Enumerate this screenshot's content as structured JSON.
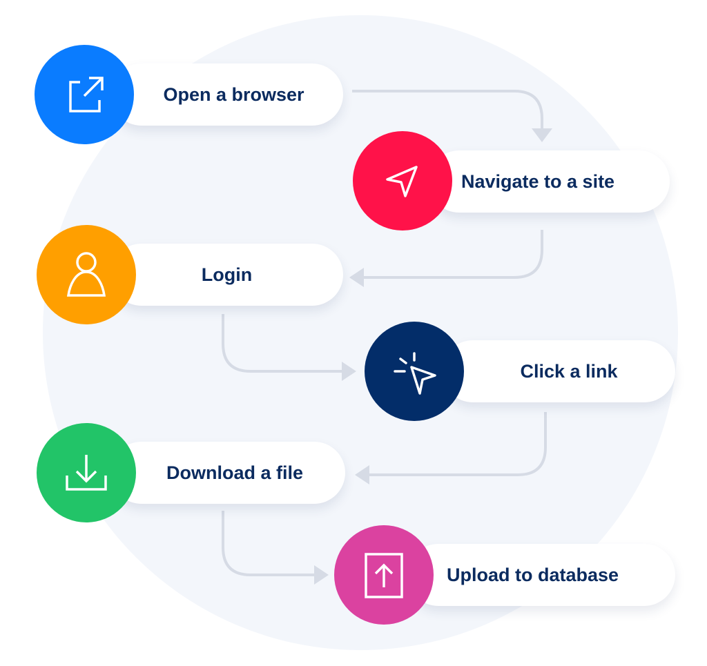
{
  "colors": {
    "background_circle": "#f3f6fb",
    "connector": "#d6dbe5",
    "text": "#0b2b5f"
  },
  "steps": [
    {
      "label": "Open a browser",
      "icon": "external-link-icon",
      "color": "#0a7cff"
    },
    {
      "label": "Navigate to a site",
      "icon": "navigation-arrow-icon",
      "color": "#ff1249"
    },
    {
      "label": "Login",
      "icon": "user-icon",
      "color": "#ff9f00"
    },
    {
      "label": "Click a link",
      "icon": "cursor-click-icon",
      "color": "#032d69"
    },
    {
      "label": "Download a file",
      "icon": "download-icon",
      "color": "#22c468"
    },
    {
      "label": "Upload to database",
      "icon": "upload-icon",
      "color": "#db42a0"
    }
  ]
}
